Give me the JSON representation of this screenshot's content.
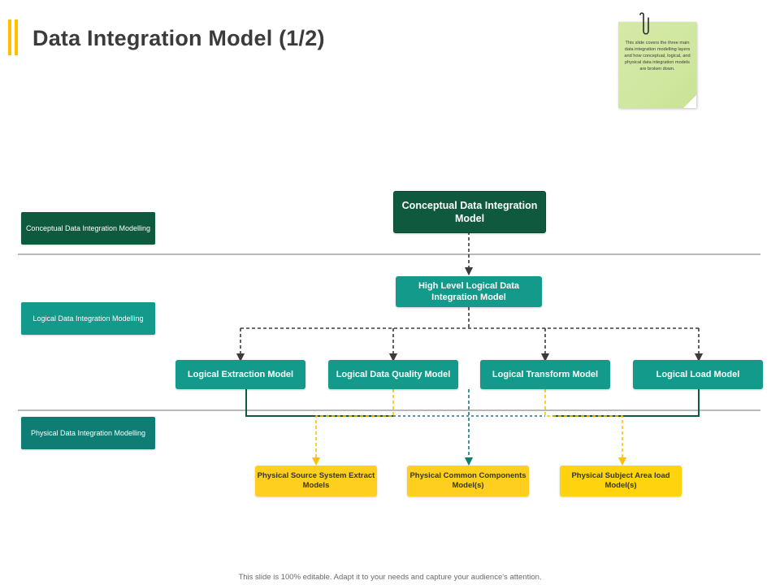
{
  "slide": {
    "title": "Data Integration Model (1/2)",
    "footer": "This slide is 100% editable. Adapt it to your needs and capture your audience's attention."
  },
  "note": {
    "text": "This slide covers the three main data integration modelling layers and how conceptual, logical, and physical data integration models are broken down."
  },
  "side_labels": [
    {
      "name": "conceptual-layer-label",
      "text": "Conceptual Data Integration Modelling",
      "color": "#0f5a3f"
    },
    {
      "name": "logical-layer-label",
      "text": "Logical Data Integration Modelling",
      "color": "#139a8a"
    },
    {
      "name": "physical-layer-label",
      "text": "Physical Data Integration Modelling",
      "color": "#0f7d74"
    }
  ],
  "nodes": {
    "conceptual": "Conceptual Data Integration Model",
    "high_level_logical": "High Level Logical Data Integration Model",
    "logical": [
      "Logical Extraction Model",
      "Logical Data Quality Model",
      "Logical Transform Model",
      "Logical Load Model"
    ],
    "physical": [
      "Physical Source System Extract Models",
      "Physical Common Components Model(s)",
      "Physical Subject Area load Model(s)"
    ]
  },
  "colors": {
    "accent_yellow": "#ffc000",
    "dark_green": "#0f5a3f",
    "teal": "#139a8a",
    "teal_dark": "#0f7d74",
    "physical_yellow": "#ffcf20",
    "arrow_dark": "#3b3b3b",
    "separator": "#b8b8b8"
  }
}
